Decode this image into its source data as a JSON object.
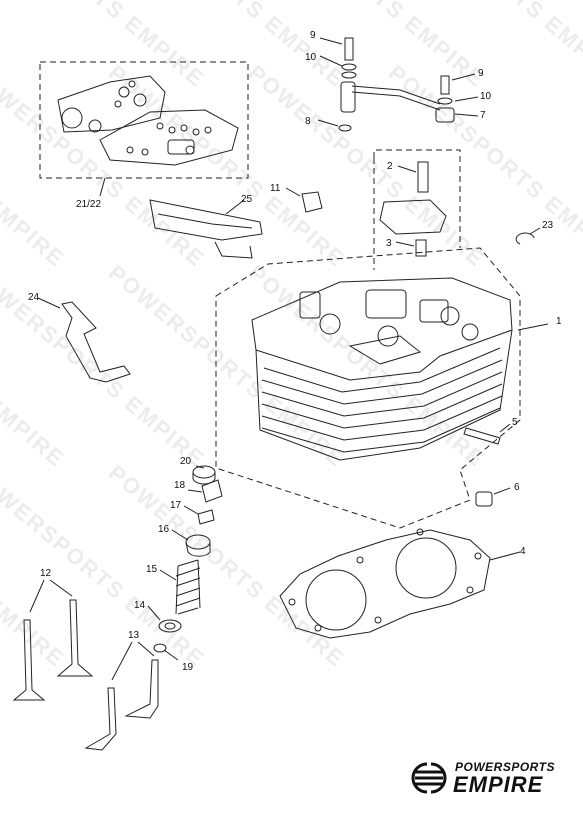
{
  "callouts": [
    {
      "id": "c9a",
      "label": "9"
    },
    {
      "id": "c10a",
      "label": "10"
    },
    {
      "id": "c8",
      "label": "8"
    },
    {
      "id": "c9b",
      "label": "9"
    },
    {
      "id": "c10b",
      "label": "10"
    },
    {
      "id": "c7",
      "label": "7"
    },
    {
      "id": "c2",
      "label": "2"
    },
    {
      "id": "c11",
      "label": "11"
    },
    {
      "id": "c25",
      "label": "25"
    },
    {
      "id": "c23",
      "label": "23"
    },
    {
      "id": "c3",
      "label": "3"
    },
    {
      "id": "c2122",
      "label": "21/22"
    },
    {
      "id": "c24",
      "label": "24"
    },
    {
      "id": "c1",
      "label": "1"
    },
    {
      "id": "c5",
      "label": "5"
    },
    {
      "id": "c20",
      "label": "20"
    },
    {
      "id": "c18",
      "label": "18"
    },
    {
      "id": "c17",
      "label": "17"
    },
    {
      "id": "c16",
      "label": "16"
    },
    {
      "id": "c6",
      "label": "6"
    },
    {
      "id": "c4",
      "label": "4"
    },
    {
      "id": "c15",
      "label": "15"
    },
    {
      "id": "c12",
      "label": "12"
    },
    {
      "id": "c14",
      "label": "14"
    },
    {
      "id": "c13",
      "label": "13"
    },
    {
      "id": "c19",
      "label": "19"
    }
  ],
  "watermark": {
    "text": "POWERSPORTS EMPIRE"
  },
  "logo": {
    "top_text": "POWERSPORTS",
    "main_text": "EMPIRE"
  }
}
